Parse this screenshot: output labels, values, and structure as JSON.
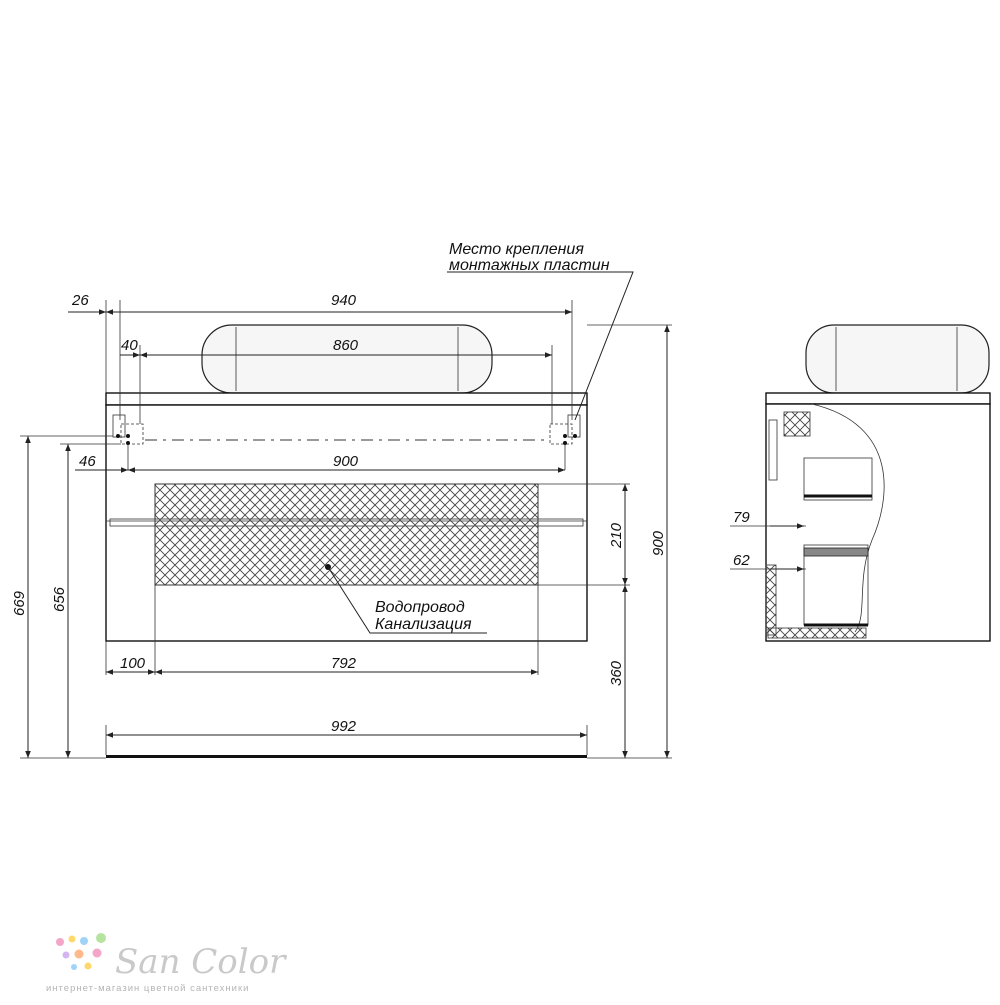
{
  "front_view": {
    "dimensions": {
      "top_offset": "26",
      "countertop_width": "940",
      "plate_offset": "40",
      "plate_span": "860",
      "cabinet_offset": "46",
      "cabinet_span": "900",
      "utility_offset": "100",
      "utility_width": "792",
      "utility_height": "210",
      "utility_floor_height": "360",
      "total_height": "900",
      "height_669": "669",
      "height_656": "656",
      "floor_width": "992"
    },
    "mounting_note": [
      "Место крепления",
      "монтажных пластин"
    ],
    "utility_note": [
      "Водопровод",
      "Канализация"
    ]
  },
  "side_view": {
    "dimensions": {
      "drawer_gap_upper": "79",
      "drawer_gap_lower": "62"
    }
  },
  "logo": {
    "name": "San Color",
    "tagline": "интернет-магазин цветной сантехники",
    "dot_colors": [
      "#f4a6c8",
      "#ffd86b",
      "#9fd3f7",
      "#b7e3a1",
      "#d4b5f0",
      "#ffb98a"
    ]
  }
}
